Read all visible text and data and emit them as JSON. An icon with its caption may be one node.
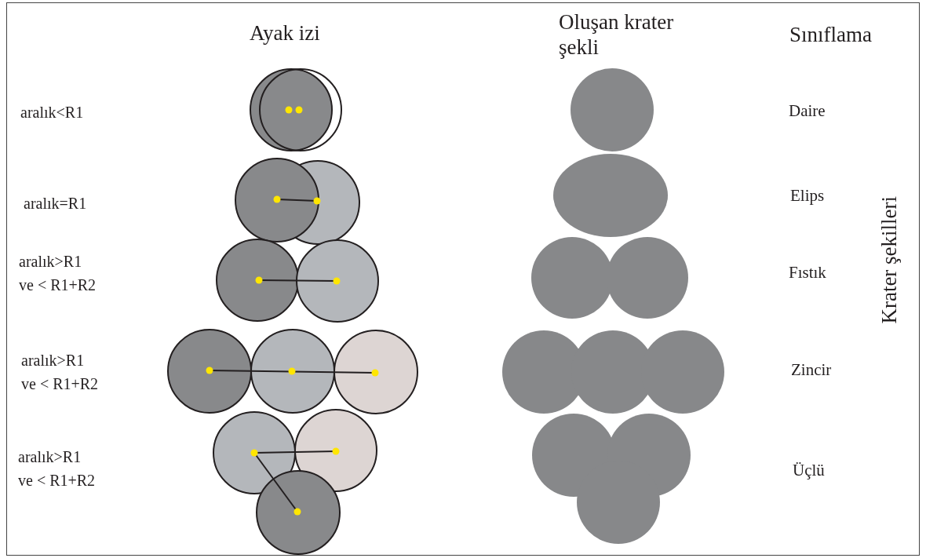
{
  "diagram": {
    "labels": [
      "Ayak izi",
      "Oluşan krater şekli",
      "Sınıflama",
      "aralık<R1",
      "Daire",
      "aralık=R1",
      "Elips",
      "aralık>R1 ve < R1+R2",
      "Fıstık",
      "aralık>R1 ve < R1+R2",
      "Zincir",
      "aralık>R1 ve < R1+R2",
      "Üçlü",
      "Krater şekilleri"
    ]
  }
}
